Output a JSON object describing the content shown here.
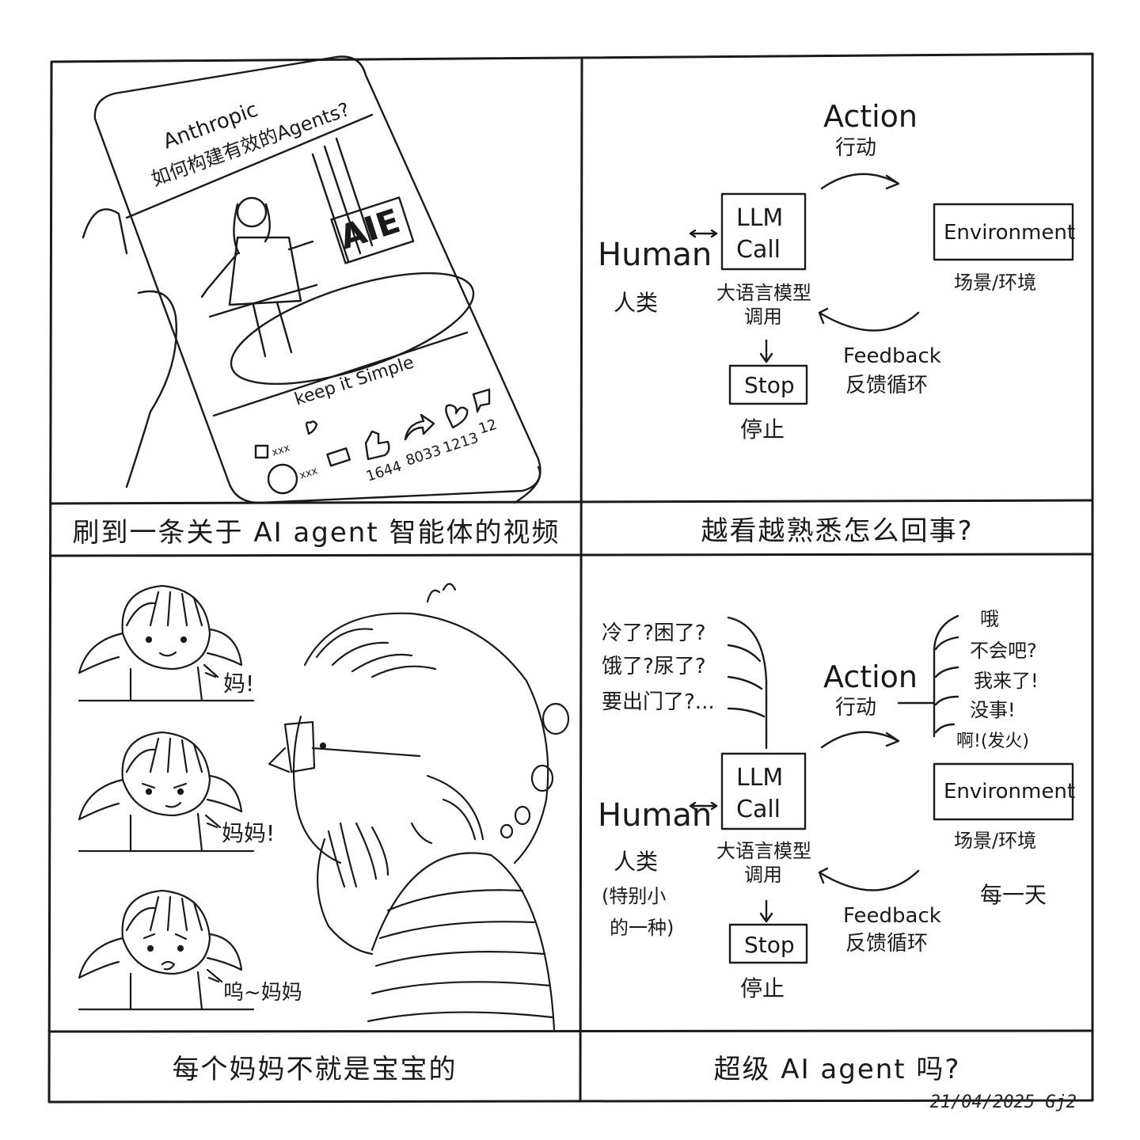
{
  "panel1": {
    "post_title_en": "Anthropic",
    "post_title_zh": "如何构建有效的Agents?",
    "sign_text": "AIE",
    "subtitle": "keep it Simple",
    "user_line1": "xxx",
    "user_line2": "xxx",
    "likes": "1644",
    "shares": "8033",
    "favorites": "1213",
    "comments": "12"
  },
  "panel2": {
    "action_en": "Action",
    "action_zh": "行动",
    "human_en": "Human",
    "human_zh": "人类",
    "llm_line1": "LLM",
    "llm_line2": "Call",
    "llm_zh_line1": "大语言模型",
    "llm_zh_line2": "调用",
    "env_en": "Environment",
    "env_zh": "场景/环境",
    "feedback_en": "Feedback",
    "feedback_zh": "反馈循环",
    "stop_en": "Stop",
    "stop_zh": "停止"
  },
  "panel3": {
    "kid1_speech": "妈!",
    "kid2_speech": "妈妈!",
    "kid3_speech": "呜~妈妈"
  },
  "panel4": {
    "questions": [
      "冷了?困了?",
      "饿了?尿了?",
      "要出门了?..."
    ],
    "replies": [
      "哦",
      "不会吧?",
      "我来了!",
      "没事!",
      "啊!(发火)"
    ],
    "action_en": "Action",
    "action_zh": "行动",
    "human_en": "Human",
    "human_zh_line1": "人类",
    "human_zh_line2": "(特别小",
    "human_zh_line3": "的一种)",
    "llm_line1": "LLM",
    "llm_line2": "Call",
    "llm_zh_line1": "大语言模型",
    "llm_zh_line2": "调用",
    "env_en": "Environment",
    "env_zh": "场景/环境",
    "every_day": "每一天",
    "feedback_en": "Feedback",
    "feedback_zh": "反馈循环",
    "stop_en": "Stop",
    "stop_zh": "停止"
  },
  "captions": {
    "panel1": "刷到一条关于 AI agent 智能体的视频",
    "panel2": "越看越熟悉怎么回事?",
    "panel3": "每个妈妈不就是宝宝的",
    "panel4": "超级 AI agent 吗?"
  },
  "signature": "21/04/2025 Gj2"
}
